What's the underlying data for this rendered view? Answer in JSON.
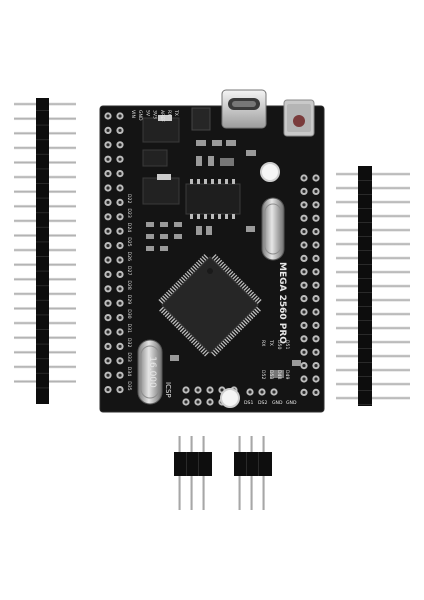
{
  "image": {
    "subject": "MEGA 2560 PRO microcontroller board with pin headers",
    "colors": {
      "background": "#ffffff",
      "pcb": "#151515",
      "silkscreen": "#e8e8e8",
      "pin": "#c9c9c9",
      "header_plastic": "#101010",
      "chip": "#2a2a2a",
      "crystal": "#b8b8b8"
    }
  },
  "board": {
    "model_label": "MEGA 2560 PRO",
    "crystal_label": "16.000",
    "icsp_label": "ICSP",
    "top_row_labels": [
      "VIN",
      "GND",
      "5V",
      "3V3",
      "AREF",
      "RX",
      "TX"
    ],
    "left_col_labels": [
      "D22",
      "D23",
      "D24",
      "D25",
      "D26",
      "D27",
      "D28",
      "D29",
      "D30",
      "D31",
      "D32",
      "D33",
      "D34",
      "D35"
    ],
    "right_labels": [
      "RX",
      "TX",
      "D50",
      "D51",
      "D52",
      "D53",
      "D48",
      "D49"
    ],
    "bottom_labels": [
      "DS1",
      "DS2",
      "GND",
      "GND"
    ]
  }
}
